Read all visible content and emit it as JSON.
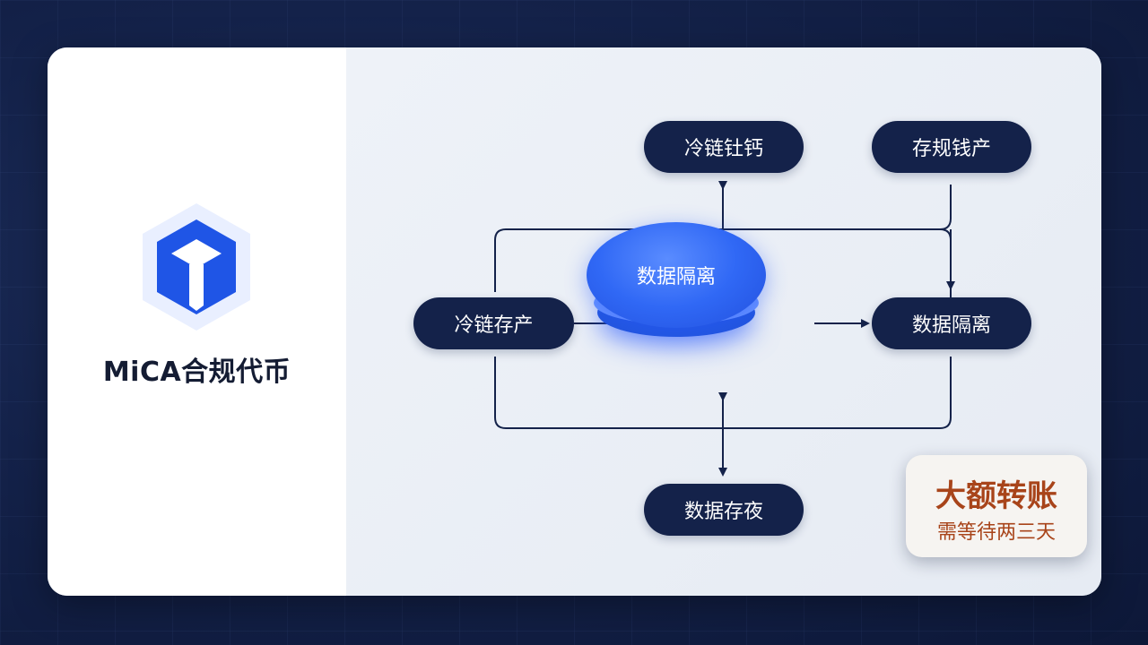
{
  "brand": {
    "title": "MiCA合规代币",
    "logo_icon": "hexagon-cube-icon",
    "accent_color": "#1f55e6"
  },
  "diagram": {
    "nodes": {
      "top_center": "冷链钍钙",
      "top_right": "存规钱产",
      "left": "冷链存产",
      "center": "数据隔离",
      "right": "数据隔离",
      "bottom": "数据存夜"
    },
    "node_color": "#14224a",
    "center_color": "#3068f5"
  },
  "note": {
    "title": "大额转账",
    "subtitle": "需等待两三天",
    "color": "#a8441a"
  }
}
